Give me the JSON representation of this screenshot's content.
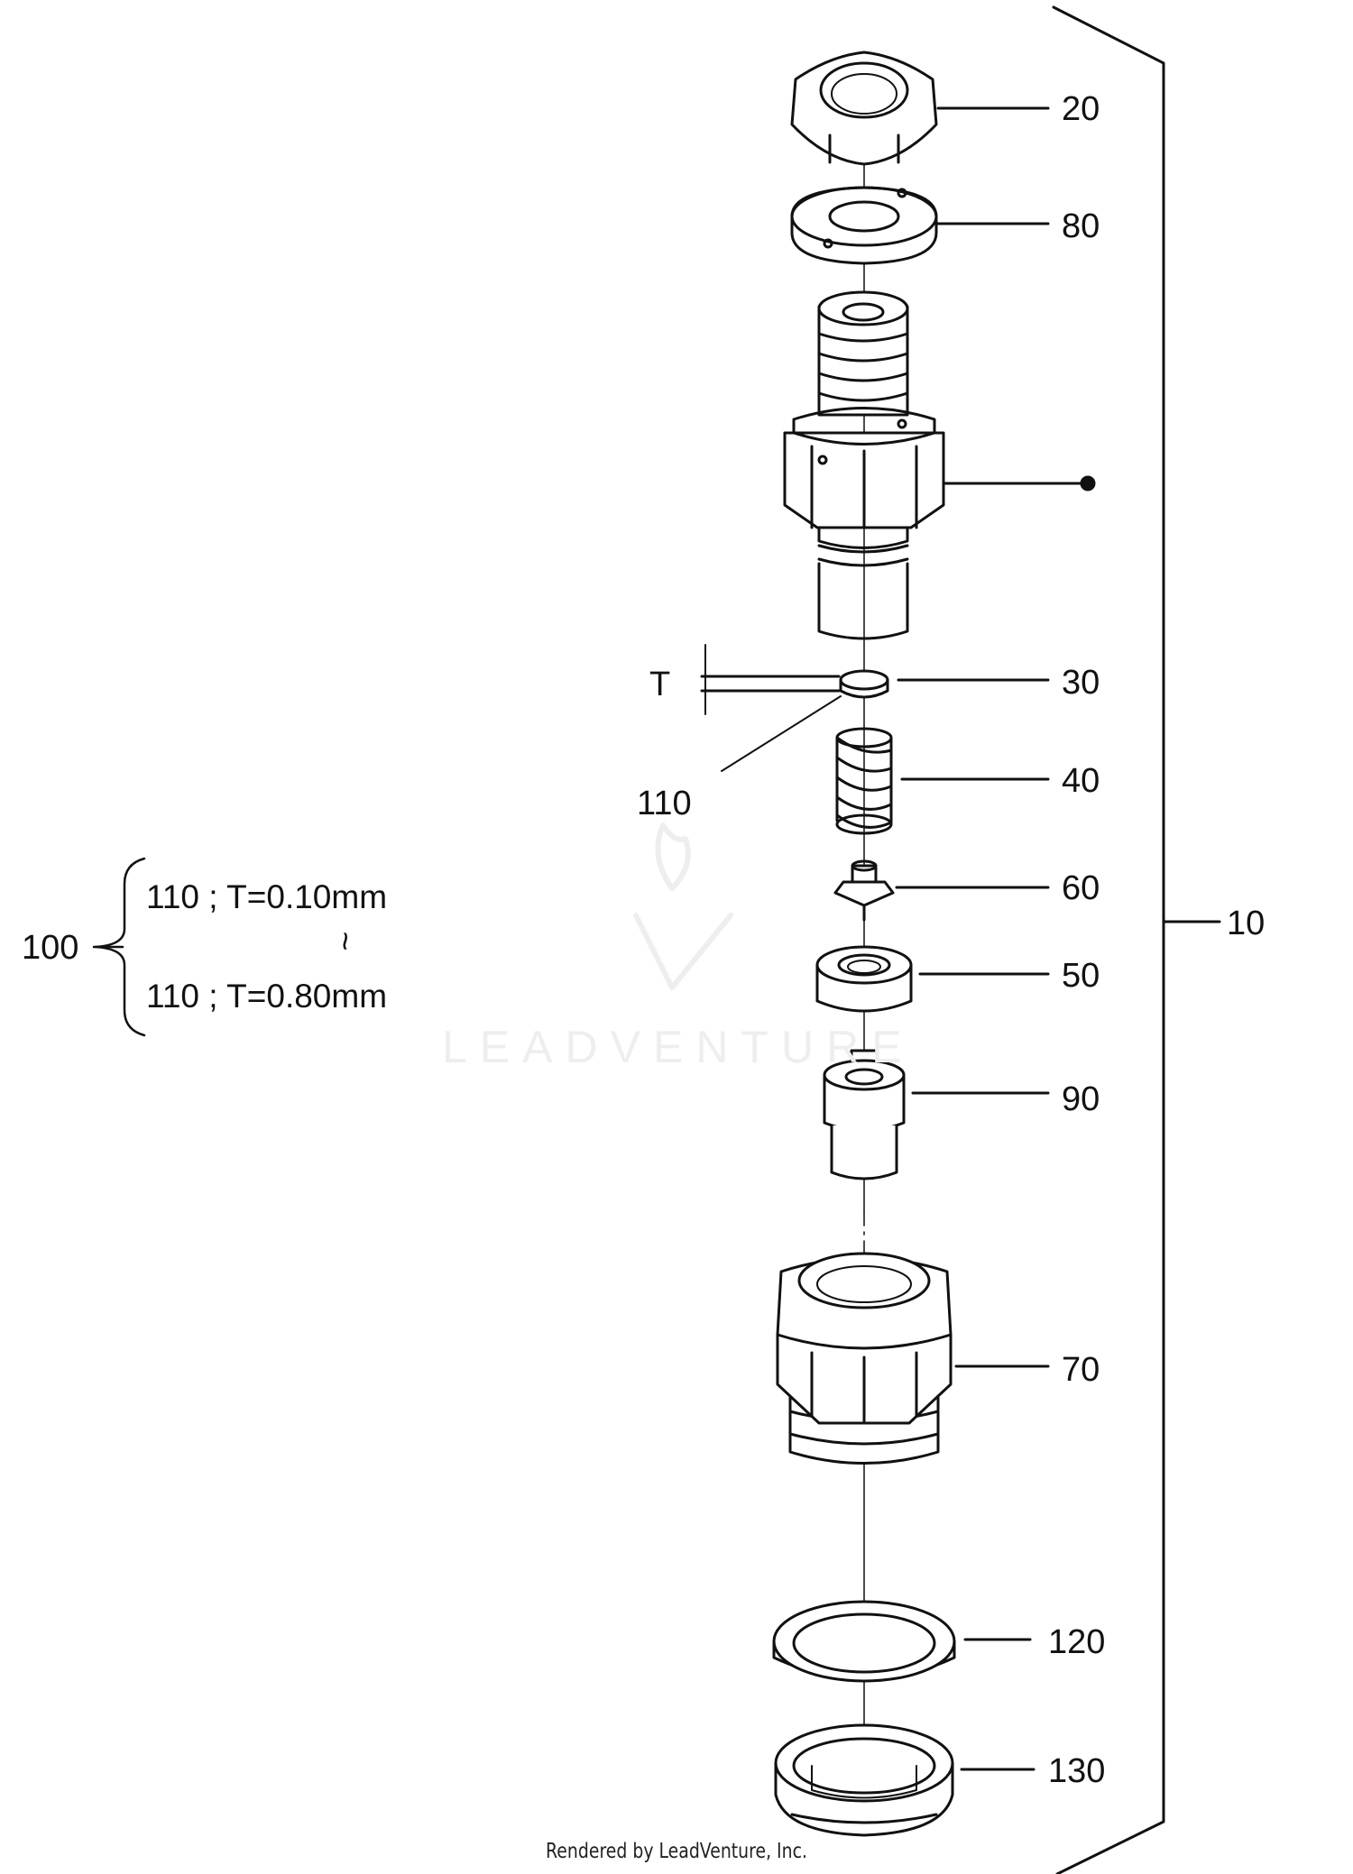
{
  "callouts": {
    "c20": "20",
    "c80": "80",
    "c30": "30",
    "cT": "T",
    "c110": "110",
    "c40": "40",
    "c60": "60",
    "c10": "10",
    "c50": "50",
    "c90": "90",
    "c70": "70",
    "c120": "120",
    "c130": "130",
    "c100": "100"
  },
  "shim_note": {
    "line1": "110 ; T=0.10mm",
    "tilde": "~",
    "line2": "110 ; T=0.80mm"
  },
  "watermark": {
    "text": "LEADVENTURE"
  },
  "footer": "Rendered by LeadVenture, Inc.",
  "colors": {
    "line": "#111111",
    "watermark": "#eeeeee"
  }
}
